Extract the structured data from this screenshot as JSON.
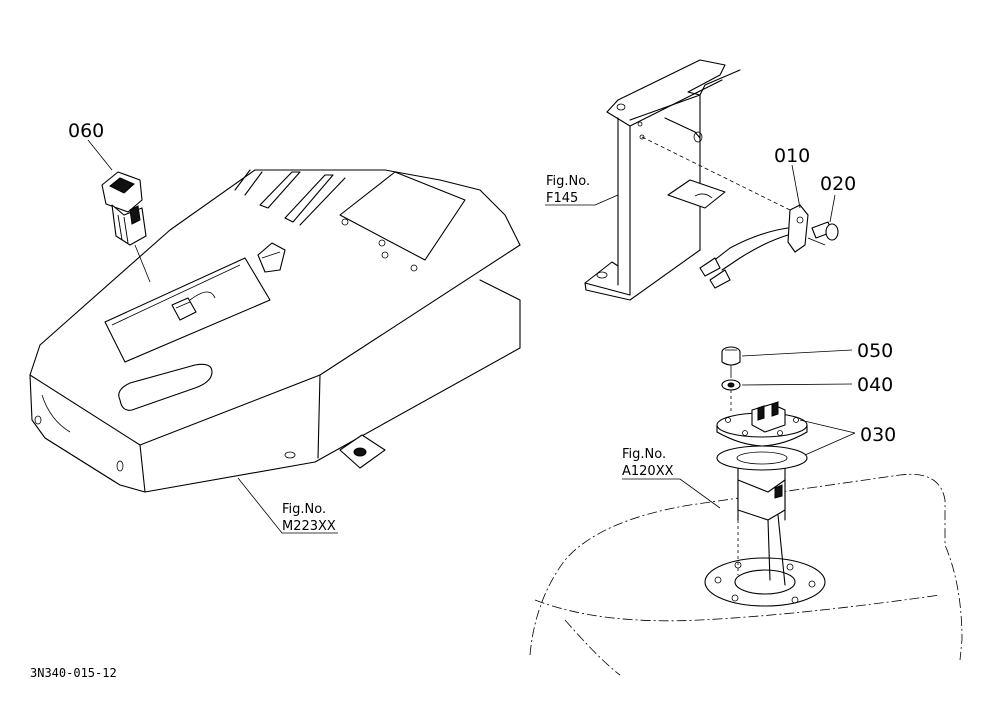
{
  "labels": {
    "part_060": "060",
    "part_010": "010",
    "part_020": "020",
    "part_050": "050",
    "part_040": "040",
    "part_030": "030",
    "fig_f145_title": "Fig.No.",
    "fig_f145_code": "F145",
    "fig_m223_title": "Fig.No.",
    "fig_m223_code": "M223XX",
    "fig_a120_title": "Fig.No.",
    "fig_a120_code": "A120XX",
    "drawing_code": "3N340-015-12"
  }
}
